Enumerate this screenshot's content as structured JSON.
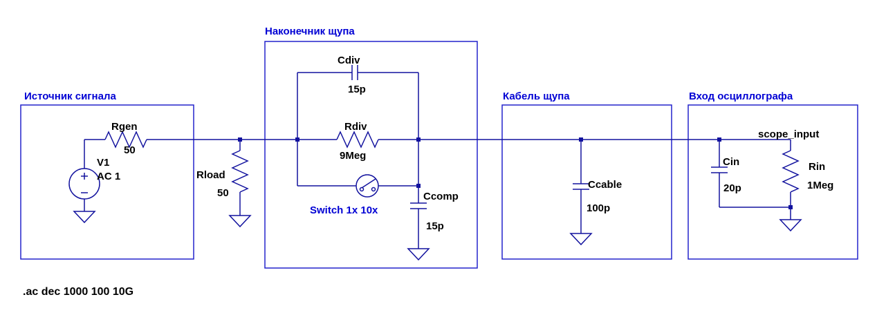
{
  "blocks": {
    "source": {
      "title": "Источник сигнала"
    },
    "probe_tip": {
      "title": "Наконечник щупа"
    },
    "cable": {
      "title": "Кабель щупа"
    },
    "scope": {
      "title": "Вход осциллографа"
    }
  },
  "components": {
    "v1": {
      "name": "V1",
      "value": "AC 1"
    },
    "rgen": {
      "name": "Rgen",
      "value": "50"
    },
    "rload": {
      "name": "Rload",
      "value": "50"
    },
    "cdiv": {
      "name": "Cdiv",
      "value": "15p"
    },
    "rdiv": {
      "name": "Rdiv",
      "value": "9Meg"
    },
    "switch": {
      "label": "Switch 1x 10x"
    },
    "ccomp": {
      "name": "Ccomp",
      "value": "15p"
    },
    "ccable": {
      "name": "Ccable",
      "value": "100p"
    },
    "cin": {
      "name": "Cin",
      "value": "20p"
    },
    "rin": {
      "name": "Rin",
      "value": "1Meg"
    }
  },
  "nets": {
    "scope_input": "scope_input"
  },
  "spice_directive": ".ac dec 1000 100 10G",
  "colors": {
    "wire": "#12129e",
    "box": "#2222cc",
    "header": "#0000d4",
    "text": "#000000",
    "background": "#ffffff"
  }
}
